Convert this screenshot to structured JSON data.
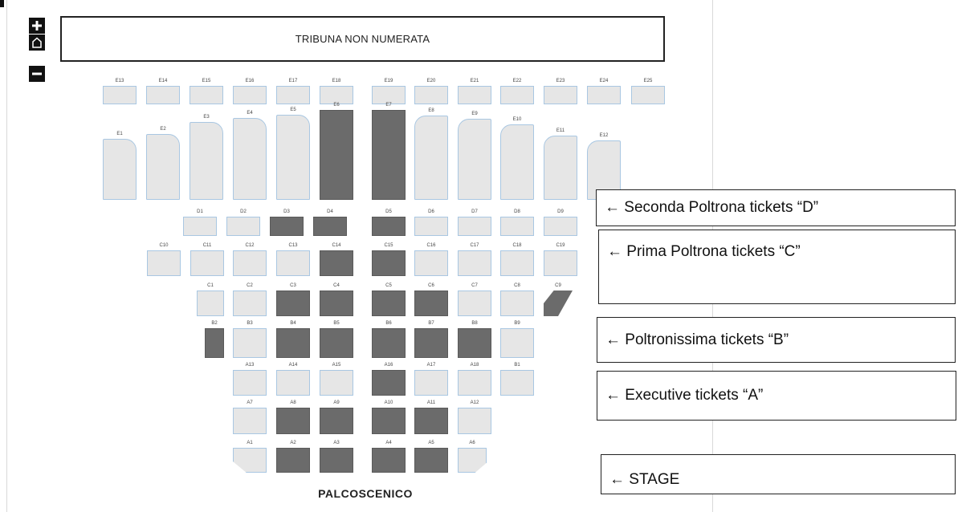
{
  "tribuna": "TRIBUNA NON NUMERATA",
  "stage_label": "PALCOSCENICO",
  "controls": {
    "zoom_in": "zoom-in-icon",
    "home": "home-icon",
    "zoom_out": "zoom-out-icon"
  },
  "colors": {
    "available": "#e6e6e6",
    "sold": "#6b6b6b",
    "seat_border": "#a9c7e2"
  },
  "legend": {
    "d": "← Seconda Poltrona tickets “D”",
    "c": "← Prima Poltrona tickets “C”",
    "b": "← Poltronissima tickets “B”",
    "a": "← Executive tickets “A”",
    "stage": "← STAGE"
  },
  "rows": [
    {
      "id": "E-top",
      "seats": [
        {
          "label": "E13",
          "sold": false
        },
        {
          "label": "E14",
          "sold": false
        },
        {
          "label": "E15",
          "sold": false
        },
        {
          "label": "E16",
          "sold": false
        },
        {
          "label": "E17",
          "sold": false
        },
        {
          "label": "E18",
          "sold": false
        },
        {
          "label": "E19",
          "sold": false
        },
        {
          "label": "E20",
          "sold": false
        },
        {
          "label": "E21",
          "sold": false
        },
        {
          "label": "E22",
          "sold": false
        },
        {
          "label": "E23",
          "sold": false
        },
        {
          "label": "E24",
          "sold": false
        },
        {
          "label": "E25",
          "sold": false
        }
      ]
    },
    {
      "id": "E-main",
      "seats": [
        {
          "label": "E1",
          "sold": false
        },
        {
          "label": "E2",
          "sold": false
        },
        {
          "label": "E3",
          "sold": false
        },
        {
          "label": "E4",
          "sold": false
        },
        {
          "label": "E5",
          "sold": false
        },
        {
          "label": "E6",
          "sold": true
        },
        {
          "label": "E7",
          "sold": true
        },
        {
          "label": "E8",
          "sold": false
        },
        {
          "label": "E9",
          "sold": false
        },
        {
          "label": "E10",
          "sold": false
        },
        {
          "label": "E11",
          "sold": false
        },
        {
          "label": "E12",
          "sold": false
        }
      ]
    },
    {
      "id": "D",
      "seats": [
        {
          "label": "D1",
          "sold": false
        },
        {
          "label": "D2",
          "sold": false
        },
        {
          "label": "D3",
          "sold": true
        },
        {
          "label": "D4",
          "sold": true
        },
        {
          "label": "D5",
          "sold": true
        },
        {
          "label": "D6",
          "sold": false
        },
        {
          "label": "D7",
          "sold": false
        },
        {
          "label": "D8",
          "sold": false
        },
        {
          "label": "D9",
          "sold": false
        }
      ]
    },
    {
      "id": "C-upper",
      "seats": [
        {
          "label": "C10",
          "sold": false
        },
        {
          "label": "C11",
          "sold": false
        },
        {
          "label": "C12",
          "sold": false
        },
        {
          "label": "C13",
          "sold": false
        },
        {
          "label": "C14",
          "sold": true
        },
        {
          "label": "C15",
          "sold": true
        },
        {
          "label": "C16",
          "sold": false
        },
        {
          "label": "C17",
          "sold": false
        },
        {
          "label": "C18",
          "sold": false
        },
        {
          "label": "C19",
          "sold": false
        }
      ]
    },
    {
      "id": "C-lower",
      "seats": [
        {
          "label": "C1",
          "sold": false
        },
        {
          "label": "C2",
          "sold": false
        },
        {
          "label": "C3",
          "sold": true
        },
        {
          "label": "C4",
          "sold": true
        },
        {
          "label": "C5",
          "sold": true
        },
        {
          "label": "C6",
          "sold": true
        },
        {
          "label": "C7",
          "sold": false
        },
        {
          "label": "C8",
          "sold": false
        },
        {
          "label": "C9",
          "sold": true
        }
      ]
    },
    {
      "id": "B",
      "seats": [
        {
          "label": "B2",
          "sold": true
        },
        {
          "label": "B3",
          "sold": false
        },
        {
          "label": "B4",
          "sold": true
        },
        {
          "label": "B5",
          "sold": true
        },
        {
          "label": "B6",
          "sold": true
        },
        {
          "label": "B7",
          "sold": true
        },
        {
          "label": "B8",
          "sold": true
        },
        {
          "label": "B9",
          "sold": false
        }
      ]
    },
    {
      "id": "A-upper",
      "seats": [
        {
          "label": "A13",
          "sold": false
        },
        {
          "label": "A14",
          "sold": false
        },
        {
          "label": "A15",
          "sold": false
        },
        {
          "label": "A16",
          "sold": true
        },
        {
          "label": "A17",
          "sold": false
        },
        {
          "label": "A18",
          "sold": false
        },
        {
          "label": "B1",
          "sold": false
        }
      ]
    },
    {
      "id": "A-middle",
      "seats": [
        {
          "label": "A7",
          "sold": false
        },
        {
          "label": "A8",
          "sold": true
        },
        {
          "label": "A9",
          "sold": true
        },
        {
          "label": "A10",
          "sold": true
        },
        {
          "label": "A11",
          "sold": true
        },
        {
          "label": "A12",
          "sold": false
        }
      ]
    },
    {
      "id": "A-front",
      "seats": [
        {
          "label": "A1",
          "sold": false
        },
        {
          "label": "A2",
          "sold": true
        },
        {
          "label": "A3",
          "sold": true
        },
        {
          "label": "A4",
          "sold": true
        },
        {
          "label": "A5",
          "sold": true
        },
        {
          "label": "A6",
          "sold": false
        }
      ]
    }
  ]
}
